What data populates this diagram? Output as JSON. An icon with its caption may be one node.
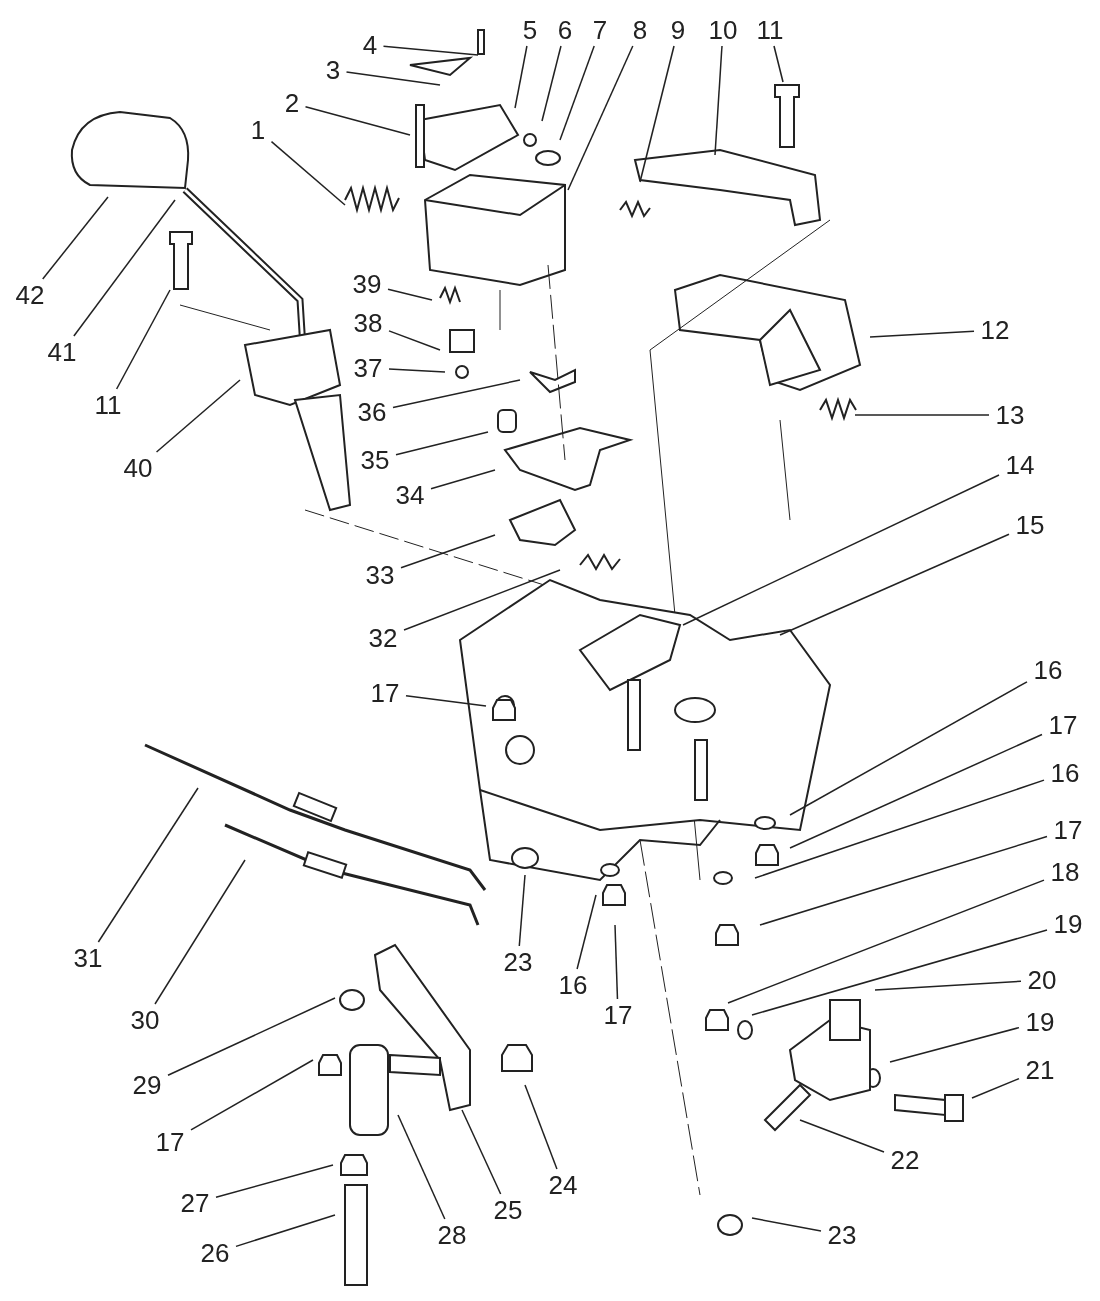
{
  "diagram": {
    "nodes": [
      {
        "text": [
          "1"
        ]
      },
      {
        "text": [
          "2"
        ]
      },
      {
        "text": [
          "3"
        ]
      },
      {
        "text": [
          "4"
        ]
      },
      {
        "text": [
          "5"
        ]
      },
      {
        "text": [
          "6"
        ]
      },
      {
        "text": [
          "7"
        ]
      },
      {
        "text": [
          "8"
        ]
      },
      {
        "text": [
          "9"
        ]
      },
      {
        "text": [
          "10"
        ]
      },
      {
        "text": [
          "11"
        ]
      },
      {
        "text": [
          "12"
        ]
      },
      {
        "text": [
          "13"
        ]
      },
      {
        "text": [
          "14"
        ]
      },
      {
        "text": [
          "15"
        ]
      },
      {
        "text": [
          "16"
        ]
      },
      {
        "text": [
          "17"
        ]
      },
      {
        "text": [
          "16"
        ]
      },
      {
        "text": [
          "17"
        ]
      },
      {
        "text": [
          "18"
        ]
      },
      {
        "text": [
          "19"
        ]
      },
      {
        "text": [
          "20"
        ]
      },
      {
        "text": [
          "19"
        ]
      },
      {
        "text": [
          "21"
        ]
      },
      {
        "text": [
          "22"
        ]
      },
      {
        "text": [
          "23"
        ]
      },
      {
        "text": [
          "23"
        ]
      },
      {
        "text": [
          "16"
        ]
      },
      {
        "text": [
          "17"
        ]
      },
      {
        "text": [
          "24"
        ]
      },
      {
        "text": [
          "25"
        ]
      },
      {
        "text": [
          "26"
        ]
      },
      {
        "text": [
          "27"
        ]
      },
      {
        "text": [
          "28"
        ]
      },
      {
        "text": [
          "29"
        ]
      },
      {
        "text": [
          "17"
        ]
      },
      {
        "text": [
          "30"
        ]
      },
      {
        "text": [
          "31"
        ]
      },
      {
        "text": [
          "32"
        ]
      },
      {
        "text": [
          "33"
        ]
      },
      {
        "text": [
          "34"
        ]
      },
      {
        "text": [
          "35"
        ]
      },
      {
        "text": [
          "36"
        ]
      },
      {
        "text": [
          "37"
        ]
      },
      {
        "text": [
          "38"
        ]
      },
      {
        "text": [
          "39"
        ]
      },
      {
        "text": [
          "40"
        ]
      },
      {
        "text": [
          "11"
        ]
      },
      {
        "text": [
          "41"
        ]
      },
      {
        "text": [
          "42"
        ]
      },
      {
        "text": [
          "17"
        ]
      }
    ],
    "edges": [
      {
        "from": 0,
        "to": null,
        "arrow": "none"
      },
      {
        "from": 1,
        "to": null,
        "arrow": "none"
      },
      {
        "from": 2,
        "to": null,
        "arrow": "none"
      },
      {
        "from": 3,
        "to": null,
        "arrow": "none"
      },
      {
        "from": 4,
        "to": null,
        "arrow": "none"
      },
      {
        "from": 5,
        "to": null,
        "arrow": "none"
      },
      {
        "from": 6,
        "to": null,
        "arrow": "none"
      },
      {
        "from": 7,
        "to": null,
        "arrow": "none"
      },
      {
        "from": 8,
        "to": null,
        "arrow": "none"
      },
      {
        "from": 9,
        "to": null,
        "arrow": "none"
      },
      {
        "from": 10,
        "to": null,
        "arrow": "none"
      },
      {
        "from": 11,
        "to": null,
        "arrow": "none"
      },
      {
        "from": 12,
        "to": null,
        "arrow": "none"
      },
      {
        "from": 13,
        "to": null,
        "arrow": "none"
      },
      {
        "from": 14,
        "to": null,
        "arrow": "none"
      },
      {
        "from": 15,
        "to": null,
        "arrow": "none"
      },
      {
        "from": 16,
        "to": null,
        "arrow": "none"
      },
      {
        "from": 17,
        "to": null,
        "arrow": "none"
      },
      {
        "from": 18,
        "to": null,
        "arrow": "none"
      },
      {
        "from": 19,
        "to": null,
        "arrow": "none"
      },
      {
        "from": 20,
        "to": null,
        "arrow": "none"
      },
      {
        "from": 21,
        "to": null,
        "arrow": "none"
      },
      {
        "from": 22,
        "to": null,
        "arrow": "none"
      },
      {
        "from": 23,
        "to": null,
        "arrow": "none"
      },
      {
        "from": 24,
        "to": null,
        "arrow": "none"
      },
      {
        "from": 25,
        "to": null,
        "arrow": "none"
      },
      {
        "from": 26,
        "to": null,
        "arrow": "none"
      },
      {
        "from": 27,
        "to": null,
        "arrow": "none"
      },
      {
        "from": 28,
        "to": null,
        "arrow": "none"
      },
      {
        "from": 29,
        "to": null,
        "arrow": "none"
      },
      {
        "from": 30,
        "to": null,
        "arrow": "none"
      },
      {
        "from": 31,
        "to": null,
        "arrow": "none"
      },
      {
        "from": 32,
        "to": null,
        "arrow": "none"
      },
      {
        "from": 33,
        "to": null,
        "arrow": "none"
      },
      {
        "from": 34,
        "to": null,
        "arrow": "none"
      },
      {
        "from": 35,
        "to": null,
        "arrow": "none"
      },
      {
        "from": 36,
        "to": null,
        "arrow": "none"
      },
      {
        "from": 37,
        "to": null,
        "arrow": "none"
      },
      {
        "from": 38,
        "to": null,
        "arrow": "none"
      },
      {
        "from": 39,
        "to": null,
        "arrow": "none"
      },
      {
        "from": 40,
        "to": null,
        "arrow": "none"
      },
      {
        "from": 41,
        "to": null,
        "arrow": "none"
      },
      {
        "from": 42,
        "to": null,
        "arrow": "none"
      },
      {
        "from": 43,
        "to": null,
        "arrow": "none"
      },
      {
        "from": 44,
        "to": null,
        "arrow": "none"
      },
      {
        "from": 45,
        "to": null,
        "arrow": "none"
      },
      {
        "from": 46,
        "to": null,
        "arrow": "none"
      },
      {
        "from": 47,
        "to": null,
        "arrow": "none"
      },
      {
        "from": 48,
        "to": null,
        "arrow": "none"
      },
      {
        "from": 49,
        "to": null,
        "arrow": "none"
      },
      {
        "from": 50,
        "to": null,
        "arrow": "none"
      }
    ]
  }
}
